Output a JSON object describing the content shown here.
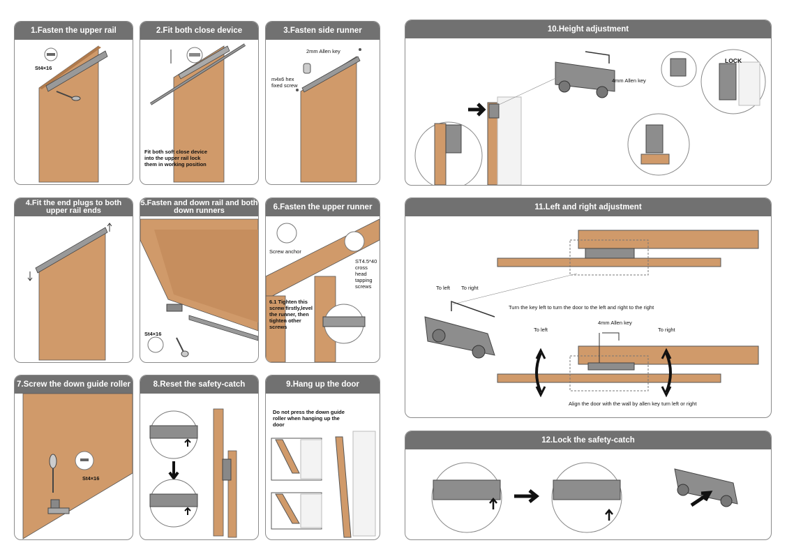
{
  "steps": [
    {
      "title": "1.Fasten the upper rail",
      "labels": [
        "St4×16"
      ]
    },
    {
      "title": "2.Fit both close device",
      "labels": [
        "Fit both soft close device into the upper rail lock them in working position"
      ]
    },
    {
      "title": "3.Fasten side runner",
      "labels": [
        "2mm Allen key",
        "m4x6 hex fixed screw"
      ]
    },
    {
      "title": "4.Fit the end plugs to both upper rail ends",
      "labels": []
    },
    {
      "title": "5.Fasten and down rail and both down runners",
      "labels": [
        "St4×16"
      ]
    },
    {
      "title": "6.Fasten the upper runner",
      "labels": [
        "Screw anchor",
        "ST4.5*40 cross head tapping screws",
        "6.1 Tighten this screw firstly,level the runner, then tighten other screws"
      ]
    },
    {
      "title": "7.Screw the down guide roller",
      "labels": [
        "St4×16"
      ]
    },
    {
      "title": "8.Reset the safety-catch",
      "labels": []
    },
    {
      "title": "9.Hang up the door",
      "labels": [
        "Do not press the down guide roller when hanging up the door"
      ]
    },
    {
      "title": "10.Height adjustment",
      "labels": [
        "4mm Allen key",
        "LOCK"
      ]
    },
    {
      "title": "11.Left and right adjustment",
      "labels": [
        "To left",
        "To right",
        "Turn the key left to turn the door to the left and right to the right",
        "4mm Allen key",
        "To left",
        "To right",
        "Align the door with the wall by allen key turn left or right"
      ]
    },
    {
      "title": "12.Lock the safety-catch",
      "labels": []
    }
  ],
  "colors": {
    "header": "#717171",
    "wood": "#d09a6a",
    "wood_dark": "#b07a4c",
    "metal": "#8d8d8d",
    "metal_dark": "#555555",
    "border": "#8a8a8a"
  }
}
